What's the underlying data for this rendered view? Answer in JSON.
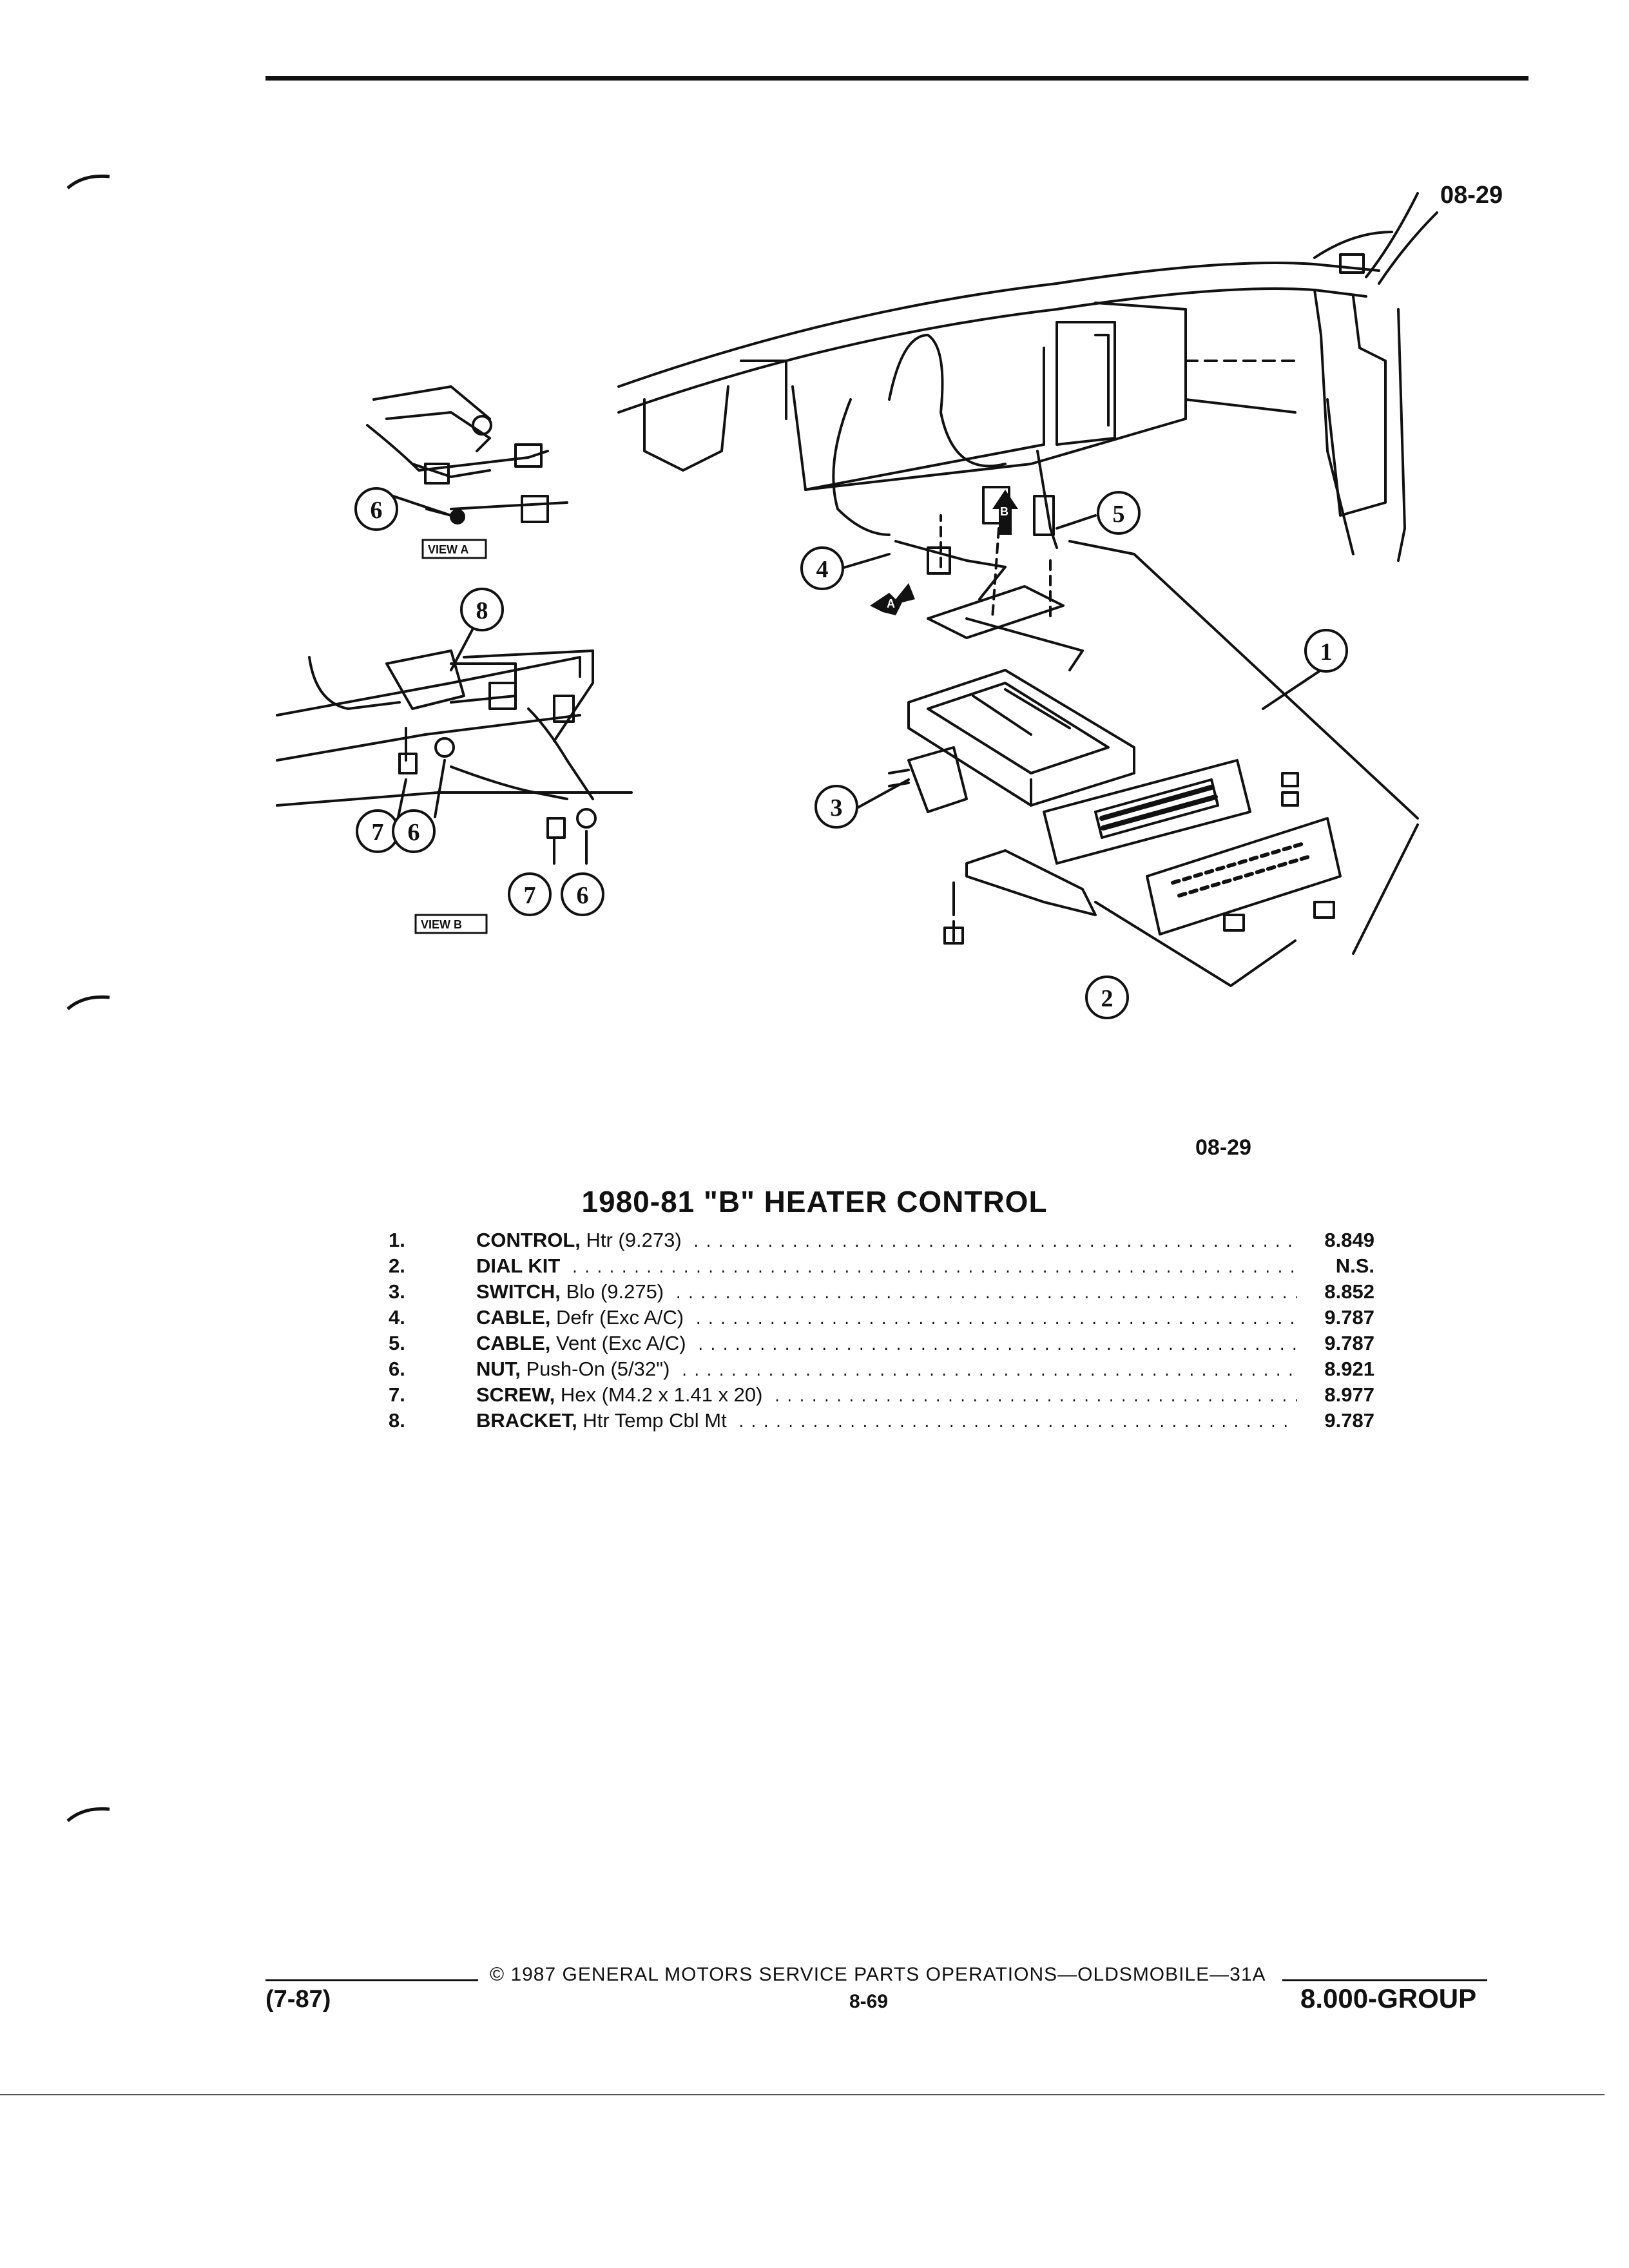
{
  "figure_code_top": "08-29",
  "figure_code_bottom": "08-29",
  "view_a_label": "VIEW A",
  "view_b_label": "VIEW B",
  "view_arrow_a": "A",
  "view_arrow_b": "B",
  "callouts": {
    "c1": "1",
    "c2": "2",
    "c3": "3",
    "c4": "4",
    "c5": "5",
    "c6a": "6",
    "c6b": "6",
    "c6c": "6",
    "c7a": "7",
    "c7b": "7",
    "c8": "8"
  },
  "title": "1980-81 \"B\" HEATER CONTROL",
  "parts": [
    {
      "num": "1.",
      "name": "CONTROL,",
      "desc": " Htr (9.273)",
      "value": "8.849"
    },
    {
      "num": "2.",
      "name": "DIAL KIT",
      "desc": "",
      "value": "N.S."
    },
    {
      "num": "3.",
      "name": "SWITCH,",
      "desc": " Blo (9.275)",
      "value": "8.852"
    },
    {
      "num": "4.",
      "name": "CABLE,",
      "desc": " Defr (Exc A/C)",
      "value": "9.787"
    },
    {
      "num": "5.",
      "name": "CABLE,",
      "desc": " Vent (Exc A/C)",
      "value": "9.787"
    },
    {
      "num": "6.",
      "name": "NUT,",
      "desc": " Push-On (5/32\")",
      "value": "8.921"
    },
    {
      "num": "7.",
      "name": "SCREW,",
      "desc": " Hex (M4.2 x 1.41 x 20)",
      "value": "8.977"
    },
    {
      "num": "8.",
      "name": "BRACKET,",
      "desc": " Htr Temp Cbl Mt",
      "value": "9.787"
    }
  ],
  "footer": {
    "copyright": "© 1987 GENERAL MOTORS SERVICE PARTS OPERATIONS—OLDSMOBILE—31A",
    "left": "(7-87)",
    "page": "8-69",
    "right": "8.000-GROUP"
  }
}
